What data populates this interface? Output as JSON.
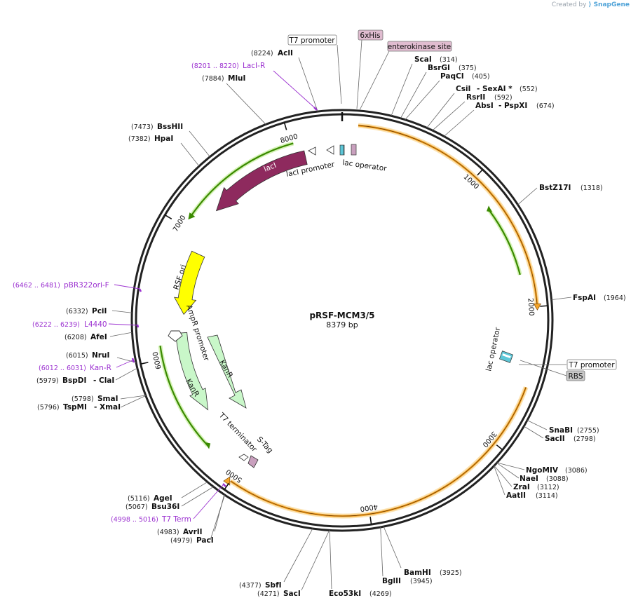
{
  "header": {
    "created_by": "Created by",
    "brand": "SnapGene"
  },
  "plasmid": {
    "name": "pRSF-MCM3/5",
    "size_label": "8379 bp",
    "length": 8379
  },
  "ticks": [
    "1000",
    "2000",
    "3000",
    "4000",
    "5000",
    "6000",
    "7000",
    "8000"
  ],
  "sites": [
    {
      "name": "AclI",
      "pos": "(8224)"
    },
    {
      "name": "MluI",
      "pos": "(7884)"
    },
    {
      "name": "BssHII",
      "pos": "(7473)"
    },
    {
      "name": "HpaI",
      "pos": "(7382)"
    },
    {
      "name": "PciI",
      "pos": "(6332)"
    },
    {
      "name": "AfeI",
      "pos": "(6208)"
    },
    {
      "name": "NruI",
      "pos": "(6015)"
    },
    {
      "name": "BspDI",
      "name2": "ClaI",
      "pos": "(5979)"
    },
    {
      "name": "SmaI",
      "pos": "(5798)"
    },
    {
      "name": "TspMI",
      "name2": "XmaI",
      "pos": "(5796)"
    },
    {
      "name": "AgeI",
      "pos": "(5116)"
    },
    {
      "name": "Bsu36I",
      "pos": "(5067)"
    },
    {
      "name": "AvrII",
      "pos": "(4983)"
    },
    {
      "name": "PacI",
      "pos": "(4979)"
    },
    {
      "name": "SbfI",
      "pos": "(4377)"
    },
    {
      "name": "SacI",
      "pos": "(4271)"
    },
    {
      "name": "Eco53kI",
      "pos": "(4269)"
    },
    {
      "name": "BglII",
      "pos": "(3945)"
    },
    {
      "name": "BamHI",
      "pos": "(3925)"
    },
    {
      "name": "ScaI",
      "pos": "(314)"
    },
    {
      "name": "BsrGI",
      "pos": "(375)"
    },
    {
      "name": "PaqCI",
      "pos": "(405)"
    },
    {
      "name": "CsiI",
      "name2": "SexAI *",
      "pos": "(552)"
    },
    {
      "name": "RsrII",
      "pos": "(592)"
    },
    {
      "name": "AbsI",
      "name2": "PspXI",
      "pos": "(674)"
    },
    {
      "name": "BstZ17I",
      "pos": "(1318)"
    },
    {
      "name": "FspAI",
      "pos": "(1964)"
    },
    {
      "name": "SnaBI",
      "pos": "(2755)"
    },
    {
      "name": "SacII",
      "pos": "(2798)"
    },
    {
      "name": "NgoMIV",
      "pos": "(3086)"
    },
    {
      "name": "NaeI",
      "pos": "(3088)"
    },
    {
      "name": "ZraI",
      "pos": "(3112)"
    },
    {
      "name": "AatII",
      "pos": "(3114)"
    }
  ],
  "primers": [
    {
      "name": "LacI-R",
      "range": "(8201 .. 8220)"
    },
    {
      "name": "pBR322ori-F",
      "range": "(6462 .. 6481)"
    },
    {
      "name": "L4440",
      "range": "(6222 .. 6239)"
    },
    {
      "name": "Kan-R",
      "range": "(6012 .. 6031)"
    },
    {
      "name": "T7 Term",
      "range": "(4998 .. 5016)"
    }
  ],
  "features": {
    "laci": "lacI",
    "laci_promoter": "lacI promoter",
    "lac_operator_top": "lac operator",
    "lac_operator_right": "lac operator",
    "rsf_ori": "RSF ori",
    "ampr_promoter": "AmpR promoter",
    "kanr_inner": "KanR",
    "kanr_outer": "KanR",
    "t7_terminator": "T7 terminator",
    "s_tag": "S-Tag"
  },
  "boxed_labels": {
    "t7_promoter_top": "T7 promoter",
    "his6": "6xHis",
    "enterokinase": "enterokinase site",
    "t7_promoter_right": "T7 promoter",
    "rbs": "RBS"
  },
  "colors": {
    "laci": "#8e2a5e",
    "rsf_ori": "#ffff00",
    "kanr": "#c9f7c9",
    "orf_orange": "#f4a428",
    "green_orf": "#3a8a00",
    "primer": "#9b30d0",
    "his_box": "#e0bcd0",
    "rbs_box": "#c8c8c8"
  }
}
